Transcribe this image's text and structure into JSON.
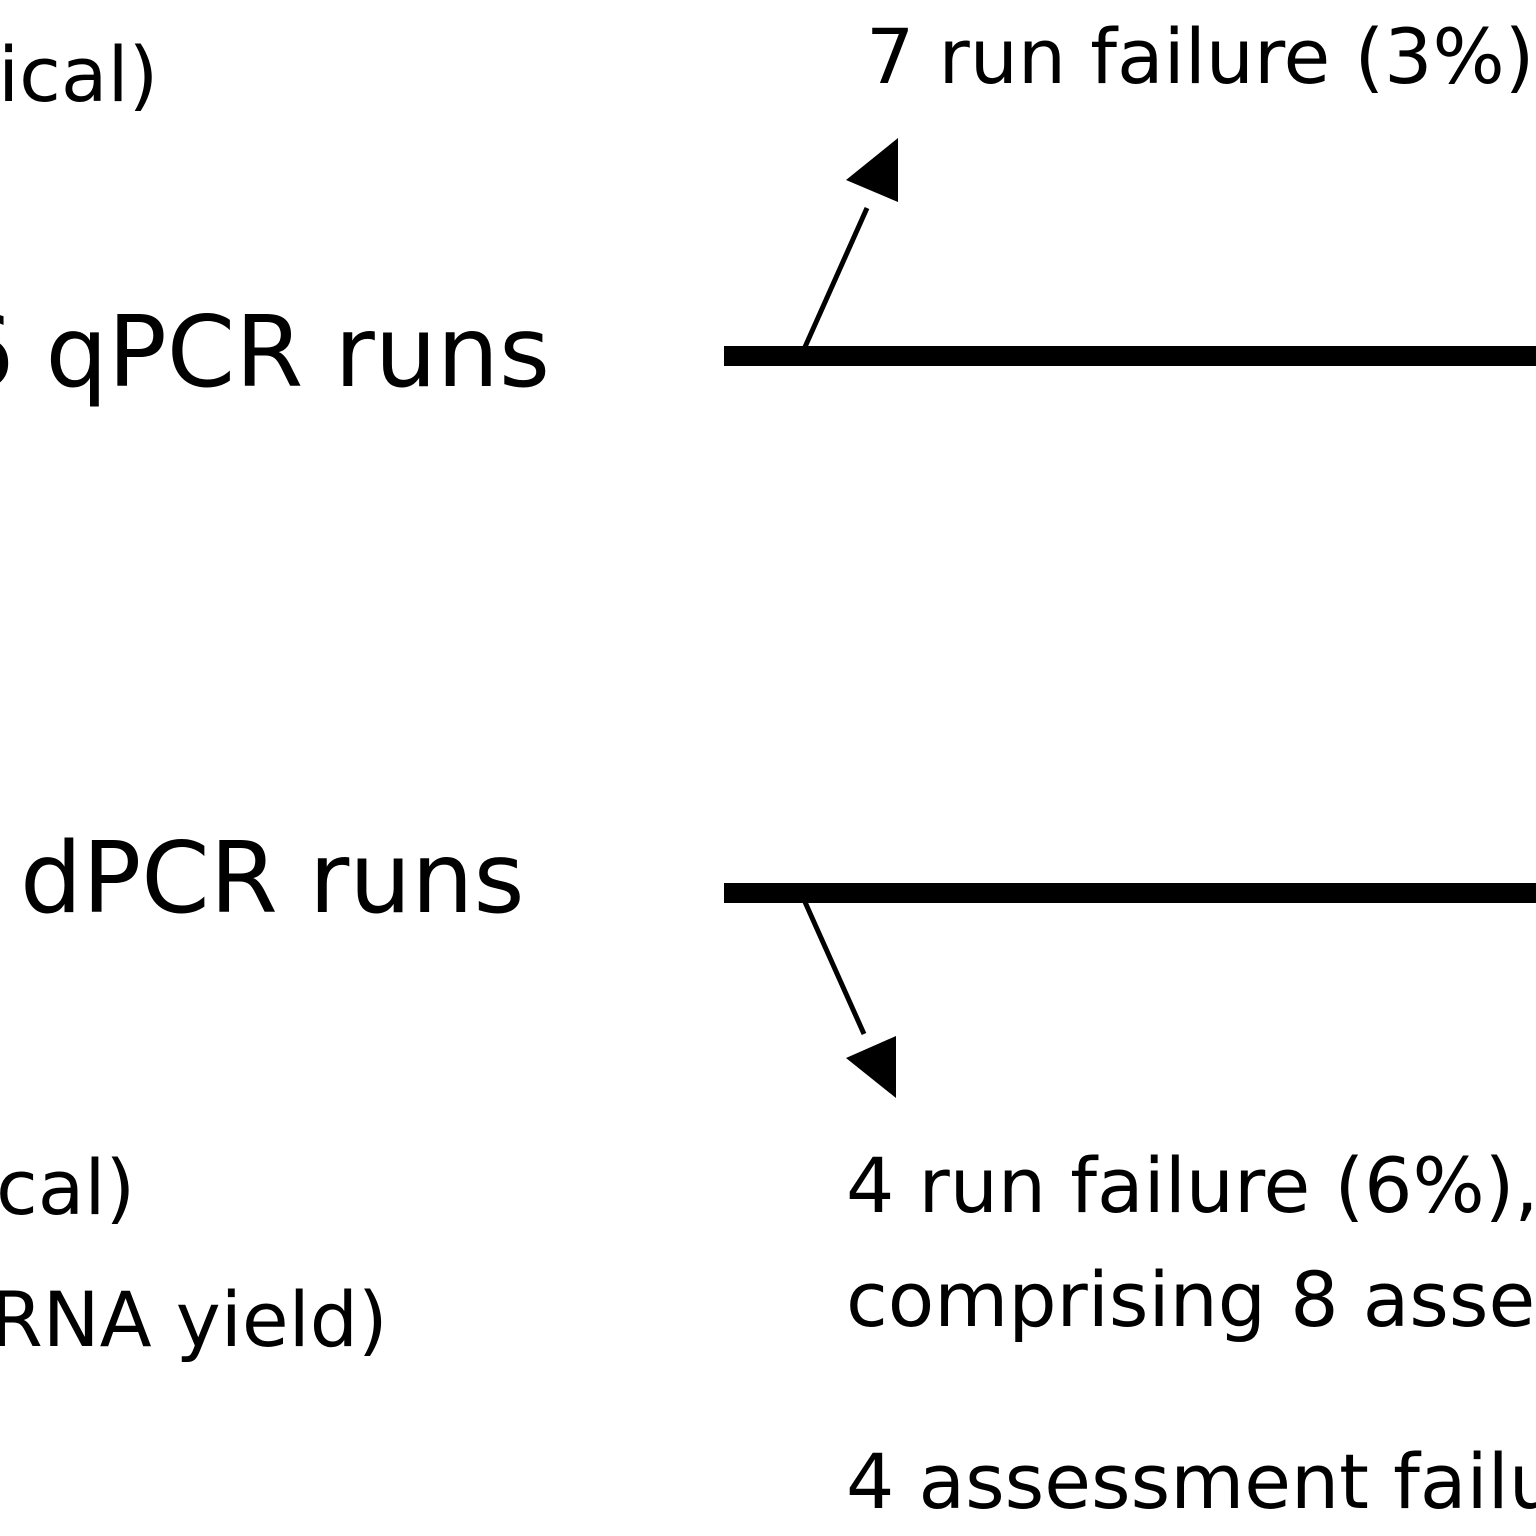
{
  "texts": {
    "top_left_fragment": "ical)",
    "qpcr_runs": "6 qPCR runs",
    "dpcr_runs": "dPCR runs",
    "mid_left_fragment": "cal)",
    "lower_left_fragment": "RNA yield)",
    "qpcr_run_failure": "7 run failure (3%)",
    "dpcr_run_failure": "4 run failure (6%),",
    "dpcr_comprising": "comprising 8 asse",
    "assessment_failure": "4 assessment failu"
  },
  "colors": {
    "ink": "#000000",
    "background": "#ffffff"
  }
}
